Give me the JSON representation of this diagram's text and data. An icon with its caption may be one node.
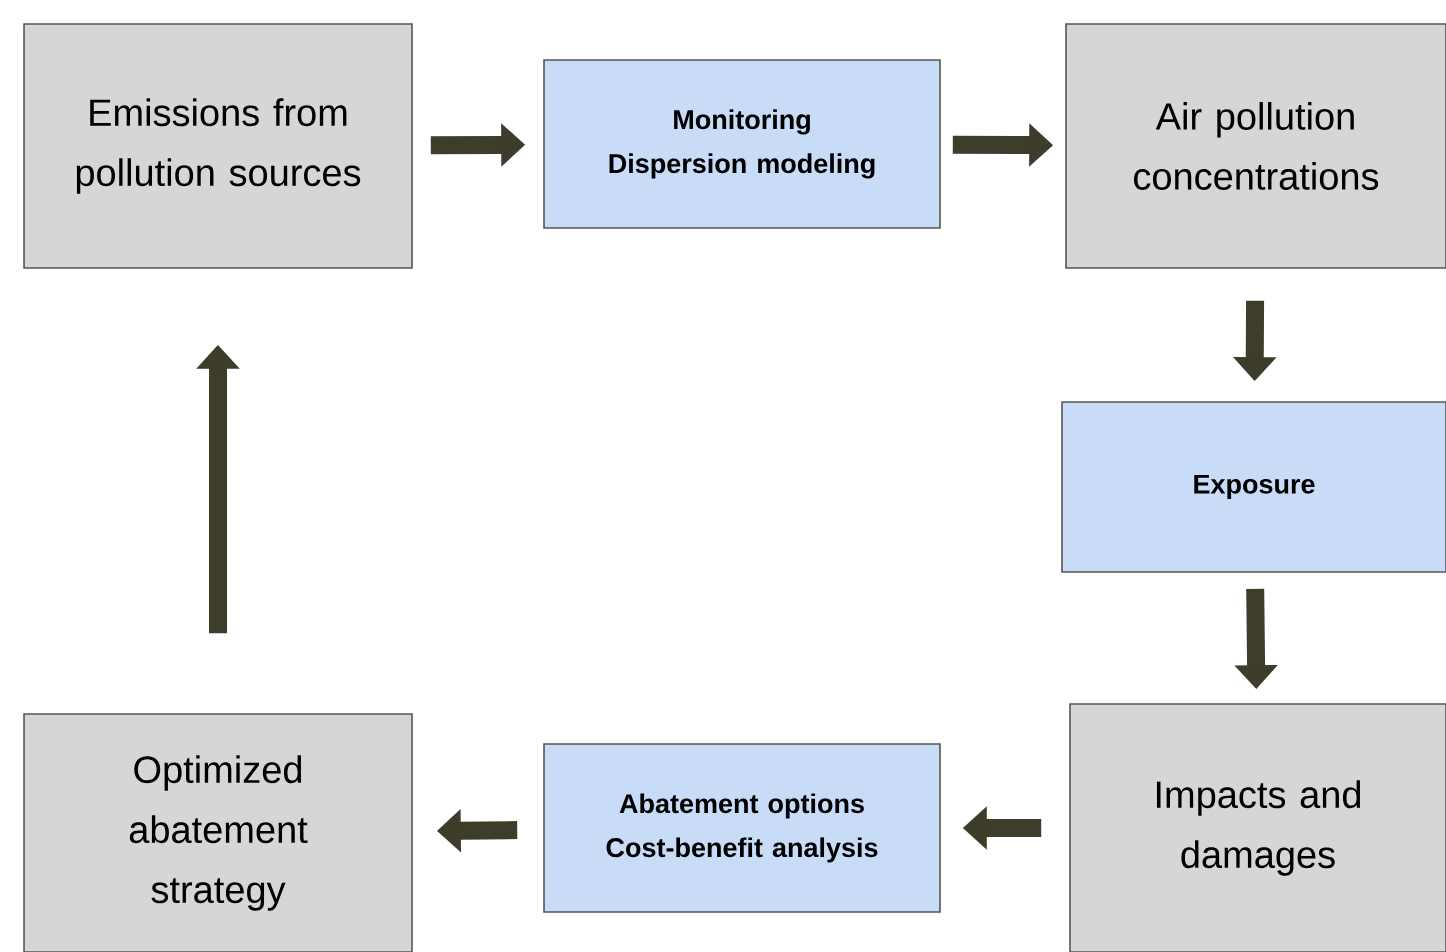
{
  "diagram": {
    "nodes": [
      {
        "text": [
          "Emissions from pollution sources"
        ]
      },
      {
        "text": [
          "Monitoring Dispersion modeling"
        ]
      },
      {
        "text": [
          "Air pollution concentrations"
        ]
      },
      {
        "text": [
          "Exposure"
        ]
      },
      {
        "text": [
          "Impacts and damages"
        ]
      },
      {
        "text": [
          "Abatement options Cost-benefit analysis"
        ]
      },
      {
        "text": [
          "Optimized abatement strategy"
        ]
      }
    ],
    "edges": [
      {
        "from": 0,
        "to": 1,
        "arrow": "to"
      },
      {
        "from": 1,
        "to": 2,
        "arrow": "to"
      },
      {
        "from": 2,
        "to": 3,
        "arrow": "to"
      },
      {
        "from": 3,
        "to": 4,
        "arrow": "to"
      },
      {
        "from": 4,
        "to": 5,
        "arrow": "to"
      },
      {
        "from": 5,
        "to": 6,
        "arrow": "to"
      },
      {
        "from": 6,
        "to": 0,
        "arrow": "to"
      }
    ]
  }
}
